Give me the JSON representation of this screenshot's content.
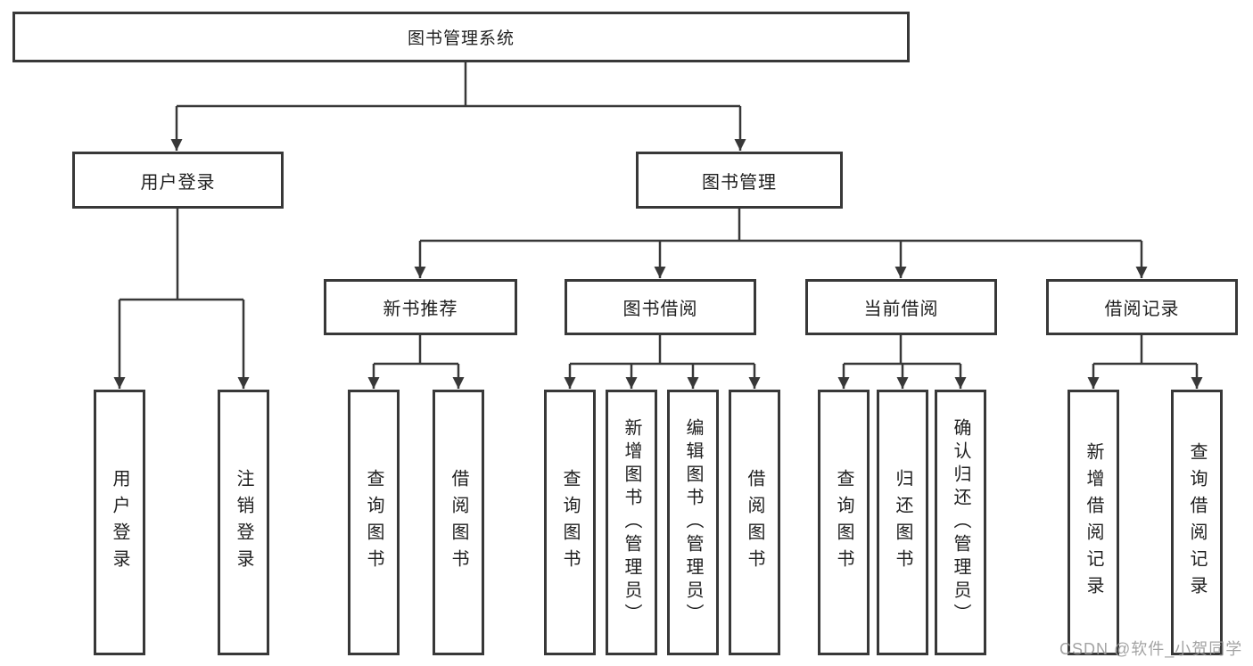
{
  "diagram_type": "tree",
  "root": {
    "label": "图书管理系统",
    "children": [
      {
        "label": "用户登录",
        "children": [
          {
            "label": "用户登录"
          },
          {
            "label": "注销登录"
          }
        ]
      },
      {
        "label": "图书管理",
        "children": [
          {
            "label": "新书推荐",
            "children": [
              {
                "label": "查询图书"
              },
              {
                "label": "借阅图书"
              }
            ]
          },
          {
            "label": "图书借阅",
            "children": [
              {
                "label": "查询图书"
              },
              {
                "label": "新增图书（管理员）"
              },
              {
                "label": "编辑图书（管理员）"
              },
              {
                "label": "借阅图书"
              }
            ]
          },
          {
            "label": "当前借阅",
            "children": [
              {
                "label": "查询图书"
              },
              {
                "label": "归还图书"
              },
              {
                "label": "确认归还（管理员）"
              }
            ]
          },
          {
            "label": "借阅记录",
            "children": [
              {
                "label": "新增借阅记录"
              },
              {
                "label": "查询借阅记录"
              }
            ]
          }
        ]
      }
    ]
  },
  "watermark": {
    "text": "CSDN @软件_小贺同学",
    "color": "#9a9a9a"
  },
  "colors": {
    "line": "#383838",
    "box_border": "#383838",
    "box_fill": "#ffffff",
    "text": "#1f1f1f",
    "background": "#ffffff"
  }
}
